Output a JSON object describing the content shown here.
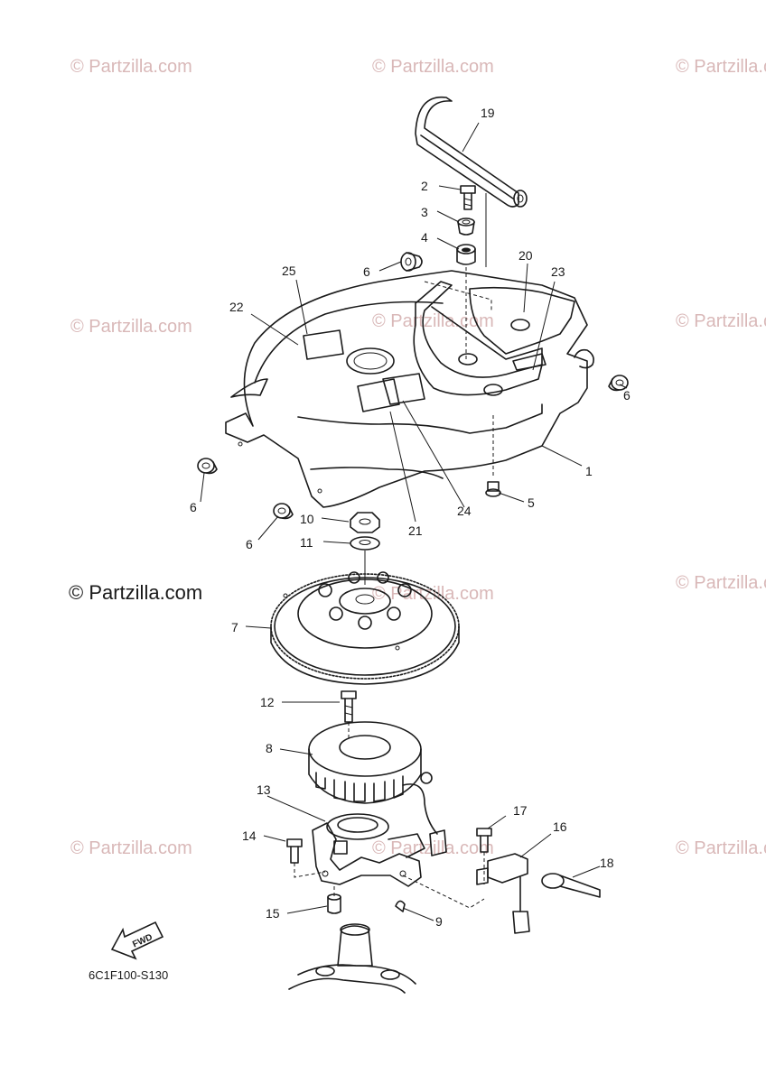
{
  "watermark_text": "© Partzilla.com",
  "brand_text": "© Partzilla.com",
  "diagram_code": "6C1F100-S130",
  "fwd_label": "FWD",
  "callouts": {
    "c1": "1",
    "c2": "2",
    "c3": "3",
    "c4": "4",
    "c5": "5",
    "c6a": "6",
    "c6b": "6",
    "c6c": "6",
    "c6d": "6",
    "c7": "7",
    "c8": "8",
    "c9": "9",
    "c10": "10",
    "c11": "11",
    "c12": "12",
    "c13": "13",
    "c14": "14",
    "c15": "15",
    "c16": "16",
    "c17": "17",
    "c18": "18",
    "c19": "19",
    "c20": "20",
    "c21": "21",
    "c22": "22",
    "c23": "23",
    "c24": "24",
    "c25": "25"
  },
  "colors": {
    "line": "#1a1a1a",
    "watermark": "#d9b8b8",
    "background": "#ffffff"
  }
}
